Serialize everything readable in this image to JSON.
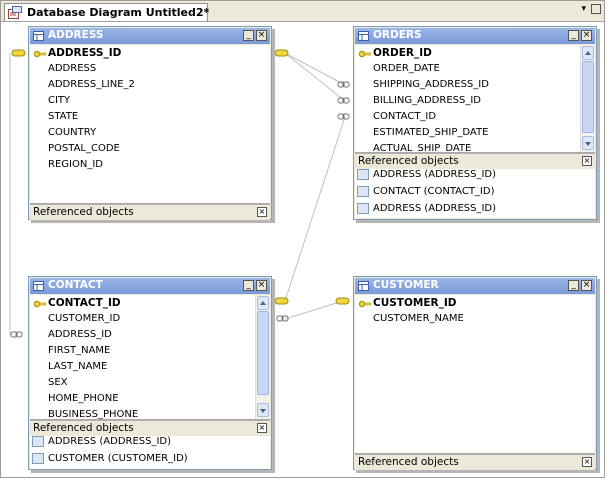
{
  "editor": {
    "tab_title": "Database Diagram Untitled2*",
    "menu_glyph": "▾"
  },
  "icons": {
    "key": "primary-key-icon",
    "table": "table-icon",
    "link": "relationship-link-icon"
  },
  "tables": {
    "address": {
      "name": "ADDRESS",
      "columns": [
        "ADDRESS_ID",
        "ADDRESS",
        "ADDRESS_LINE_2",
        "CITY",
        "STATE",
        "COUNTRY",
        "POSTAL_CODE",
        "REGION_ID"
      ],
      "ref_label": "Referenced objects",
      "refs": []
    },
    "orders": {
      "name": "ORDERS",
      "columns": [
        "ORDER_ID",
        "ORDER_DATE",
        "SHIPPING_ADDRESS_ID",
        "BILLING_ADDRESS_ID",
        "CONTACT_ID",
        "ESTIMATED_SHIP_DATE",
        "ACTUAL_SHIP_DATE"
      ],
      "ref_label": "Referenced objects",
      "refs": [
        "ADDRESS (ADDRESS_ID)",
        "CONTACT (CONTACT_ID)",
        "ADDRESS (ADDRESS_ID)"
      ]
    },
    "contact": {
      "name": "CONTACT",
      "columns": [
        "CONTACT_ID",
        "CUSTOMER_ID",
        "ADDRESS_ID",
        "FIRST_NAME",
        "LAST_NAME",
        "SEX",
        "HOME_PHONE",
        "BUSINESS_PHONE"
      ],
      "ref_label": "Referenced objects",
      "refs": [
        "ADDRESS (ADDRESS_ID)",
        "CUSTOMER (CUSTOMER_ID)"
      ]
    },
    "customer": {
      "name": "CUSTOMER",
      "columns": [
        "CUSTOMER_ID",
        "CUSTOMER_NAME"
      ],
      "ref_label": "Referenced objects",
      "refs": []
    }
  }
}
